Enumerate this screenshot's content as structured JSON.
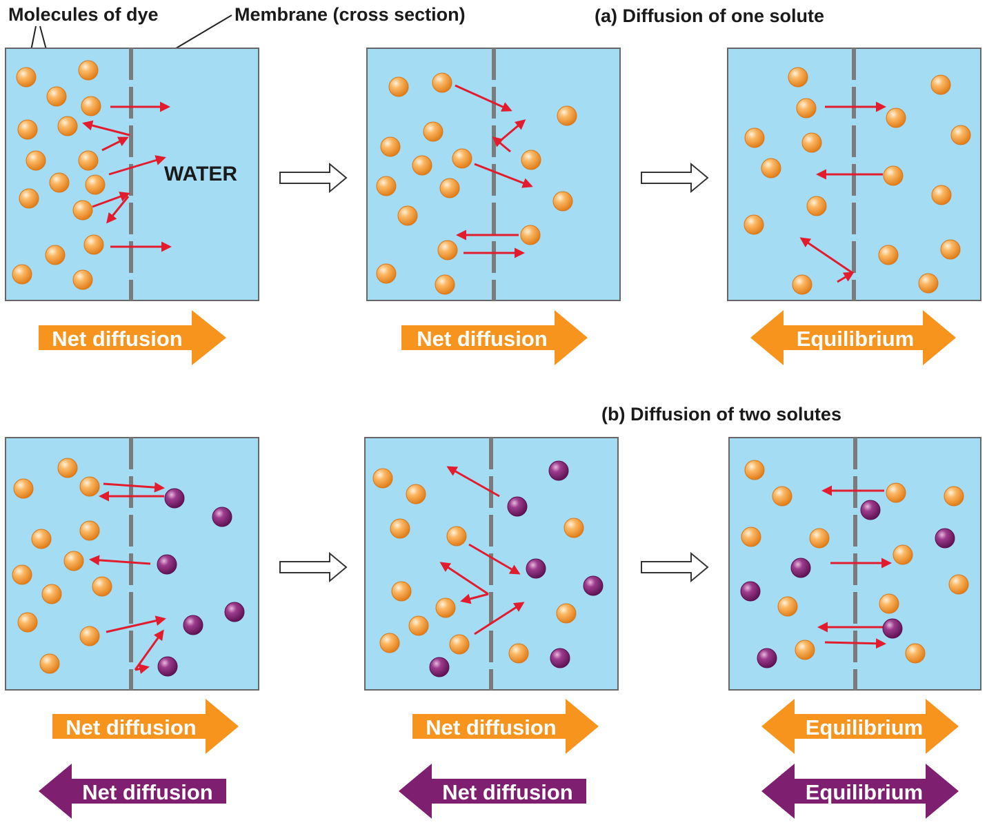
{
  "labels": {
    "molecules": "Molecules of dye",
    "membrane": "Membrane (cross section)",
    "water": "WATER",
    "section_a": "(a) Diffusion of one solute",
    "section_b": "(b) Diffusion of two solutes"
  },
  "row_a": {
    "arrows": [
      "Net diffusion",
      "Net diffusion",
      "Equilibrium"
    ]
  },
  "row_b": {
    "orange_arrows": [
      "Net diffusion",
      "Net diffusion",
      "Equilibrium"
    ],
    "purple_arrows": [
      "Net diffusion",
      "Net diffusion",
      "Equilibrium"
    ]
  },
  "colors": {
    "water": "#a4dcf3",
    "membrane": "#7b7b7b",
    "dye_orange": "#f7a348",
    "dye_purple": "#8a2a7a",
    "motion_arrow": "#e21b2d",
    "label_orange": "#f7941d",
    "label_purple": "#7f1f6f"
  }
}
